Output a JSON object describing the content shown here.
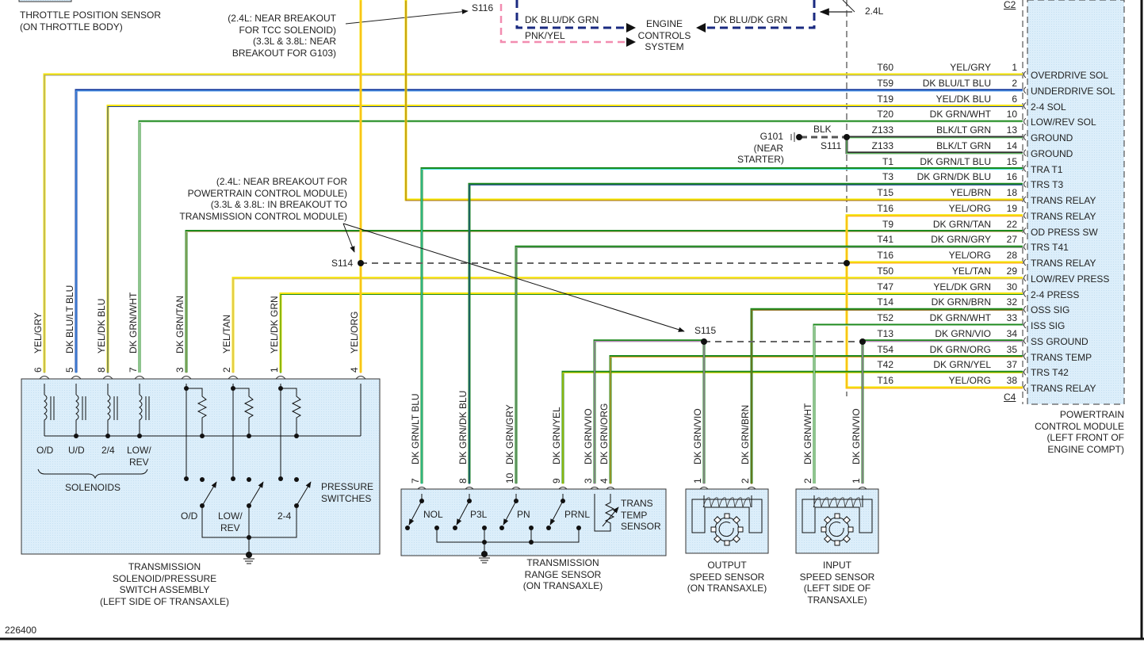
{
  "figure_id": "226400",
  "tps": {
    "label_1": "THROTTLE POSITION SENSOR",
    "label_2": "(ON THROTTLE BODY)"
  },
  "s116_note": [
    "(2.4L: NEAR BREAKOUT",
    "FOR TCC SOLENOID)",
    "(3.3L & 3.8L: NEAR",
    "BREAKOUT FOR G103)"
  ],
  "s116_label": "S116",
  "engine_controls": {
    "lines": [
      "ENGINE",
      "CONTROLS",
      "SYSTEM"
    ],
    "wire_left_top": "DK BLU/DK GRN",
    "wire_left_bottom": "PNK/YEL",
    "wire_right": "DK BLU/DK GRN",
    "engine_note": "2.4L"
  },
  "pcm": {
    "connector_top": "C2",
    "connector_bottom": "C4",
    "title": [
      "POWERTRAIN",
      "CONTROL MODULE",
      "(LEFT FRONT OF",
      "ENGINE COMPT)"
    ],
    "pins": [
      {
        "circuit": "T60",
        "color": "YEL/GRY",
        "pin": "1",
        "name": "OVERDRIVE SOL",
        "c1": "#f5e400",
        "c2": "#9a9a9a"
      },
      {
        "circuit": "T59",
        "color": "DK BLU/LT BLU",
        "pin": "2",
        "name": "UNDERDRIVE SOL",
        "c1": "#1a3fa0",
        "c2": "#5fb4ff"
      },
      {
        "circuit": "T19",
        "color": "YEL/DK BLU",
        "pin": "6",
        "name": "2-4 SOL",
        "c1": "#f5e400",
        "c2": "#1a3fa0"
      },
      {
        "circuit": "T20",
        "color": "DK GRN/WHT",
        "pin": "10",
        "name": "LOW/REV SOL",
        "c1": "#1e8a1e",
        "c2": "#ffffff"
      },
      {
        "circuit": "Z133",
        "color": "BLK/LT GRN",
        "pin": "13",
        "name": "GROUND",
        "c1": "#333333",
        "c2": "#6fe06f"
      },
      {
        "circuit": "Z133",
        "color": "BLK/LT GRN",
        "pin": "14",
        "name": "GROUND",
        "c1": "#333333",
        "c2": "#6fe06f"
      },
      {
        "circuit": "T1",
        "color": "DK GRN/LT BLU",
        "pin": "15",
        "name": "TRA T1",
        "c1": "#1e8a1e",
        "c2": "#40e0e0"
      },
      {
        "circuit": "T3",
        "color": "DK GRN/DK BLU",
        "pin": "16",
        "name": "TRS T3",
        "c1": "#1e8a1e",
        "c2": "#1a3fa0"
      },
      {
        "circuit": "T15",
        "color": "YEL/BRN",
        "pin": "18",
        "name": "TRANS RELAY",
        "c1": "#f5e400",
        "c2": "#a0661e"
      },
      {
        "circuit": "T16",
        "color": "YEL/ORG",
        "pin": "19",
        "name": "TRANS RELAY",
        "c1": "#f5e400",
        "c2": "#ffa030"
      },
      {
        "circuit": "T9",
        "color": "DK GRN/TAN",
        "pin": "22",
        "name": "OD PRESS SW",
        "c1": "#1e8a1e",
        "c2": "#d2b48c"
      },
      {
        "circuit": "T41",
        "color": "DK GRN/GRY",
        "pin": "27",
        "name": "TRS T41",
        "c1": "#1e8a1e",
        "c2": "#9a9a9a"
      },
      {
        "circuit": "T16",
        "color": "YEL/ORG",
        "pin": "28",
        "name": "TRANS RELAY",
        "c1": "#f5e400",
        "c2": "#ffa030"
      },
      {
        "circuit": "T50",
        "color": "YEL/TAN",
        "pin": "29",
        "name": "LOW/REV PRESS",
        "c1": "#f5e400",
        "c2": "#d2b48c"
      },
      {
        "circuit": "T47",
        "color": "YEL/DK GRN",
        "pin": "30",
        "name": "2-4 PRESS",
        "c1": "#f5e400",
        "c2": "#1e8a1e"
      },
      {
        "circuit": "T14",
        "color": "DK GRN/BRN",
        "pin": "32",
        "name": "OSS SIG",
        "c1": "#1e8a1e",
        "c2": "#a0661e"
      },
      {
        "circuit": "T52",
        "color": "DK GRN/WHT",
        "pin": "33",
        "name": "ISS SIG",
        "c1": "#1e8a1e",
        "c2": "#ffffff"
      },
      {
        "circuit": "T13",
        "color": "DK GRN/VIO",
        "pin": "34",
        "name": "SS GROUND",
        "c1": "#1e8a1e",
        "c2": "#e080e0"
      },
      {
        "circuit": "T54",
        "color": "DK GRN/ORG",
        "pin": "35",
        "name": "TRANS TEMP",
        "c1": "#1e8a1e",
        "c2": "#ffa030"
      },
      {
        "circuit": "T42",
        "color": "DK GRN/YEL",
        "pin": "37",
        "name": "TRS T42",
        "c1": "#1e8a1e",
        "c2": "#f5e400"
      },
      {
        "circuit": "T16",
        "color": "YEL/ORG",
        "pin": "38",
        "name": "TRANS RELAY",
        "c1": "#f5e400",
        "c2": "#ffa030"
      }
    ]
  },
  "ground": {
    "id": "G101",
    "note": [
      "(NEAR",
      "STARTER)"
    ],
    "wire": "BLK",
    "splice": "S111"
  },
  "s114": {
    "label": "S114",
    "note": [
      "(2.4L: NEAR BREAKOUT FOR",
      "POWERTRAIN CONTROL MODULE)",
      "(3.3L & 3.8L: IN BREAKOUT TO",
      "TRANSMISSION CONTROL MODULE)"
    ]
  },
  "s115": {
    "label": "S115"
  },
  "solenoid_assembly": {
    "pins": [
      {
        "pin": "6",
        "color": "YEL/GRY"
      },
      {
        "pin": "5",
        "color": "DK BLU/LT BLU"
      },
      {
        "pin": "8",
        "color": "YEL/DK BLU"
      },
      {
        "pin": "7",
        "color": "DK GRN/WHT"
      },
      {
        "pin": "3",
        "color": "DK GRN/TAN"
      },
      {
        "pin": "2",
        "color": "YEL/TAN"
      },
      {
        "pin": "1",
        "color": "YEL/DK GRN"
      },
      {
        "pin": "4",
        "color": "YEL/ORG"
      }
    ],
    "solenoids": [
      "O/D",
      "U/D",
      "2/4",
      "LOW/\nREV"
    ],
    "solenoids_group": "SOLENOIDS",
    "switches": [
      "O/D",
      "LOW/\nREV",
      "2-4"
    ],
    "switches_group": "PRESSURE\nSWITCHES",
    "title": [
      "TRANSMISSION",
      "SOLENOID/PRESSURE",
      "SWITCH ASSEMBLY",
      "(LEFT SIDE OF TRANSAXLE)"
    ]
  },
  "range_sensor": {
    "pins": [
      {
        "pin": "7",
        "color": "DK GRN/LT BLU"
      },
      {
        "pin": "8",
        "color": "DK GRN/DK BLU"
      },
      {
        "pin": "10",
        "color": "DK GRN/GRY"
      },
      {
        "pin": "9",
        "color": "DK GRN/YEL"
      },
      {
        "pin": "3",
        "color": "DK GRN/VIO"
      },
      {
        "pin": "4",
        "color": "DK GRN/ORG"
      }
    ],
    "switches": [
      "NOL",
      "P3L",
      "PN",
      "PRNL"
    ],
    "temp_sensor": "TRANS\nTEMP\nSENSOR",
    "title": [
      "TRANSMISSION",
      "RANGE SENSOR",
      "(ON TRANSAXLE)"
    ]
  },
  "output_speed_sensor": {
    "pins": [
      {
        "pin": "1",
        "color": "DK GRN/VIO"
      },
      {
        "pin": "2",
        "color": "DK GRN/BRN"
      }
    ],
    "title": [
      "OUTPUT",
      "SPEED SENSOR",
      "(ON TRANSAXLE)"
    ]
  },
  "input_speed_sensor": {
    "pins": [
      {
        "pin": "2",
        "color": "DK GRN/WHT"
      },
      {
        "pin": "1",
        "color": "DK GRN/VIO"
      }
    ],
    "title": [
      "INPUT",
      "SPEED SENSOR",
      "(LEFT SIDE OF",
      "TRANSAXLE)"
    ]
  }
}
